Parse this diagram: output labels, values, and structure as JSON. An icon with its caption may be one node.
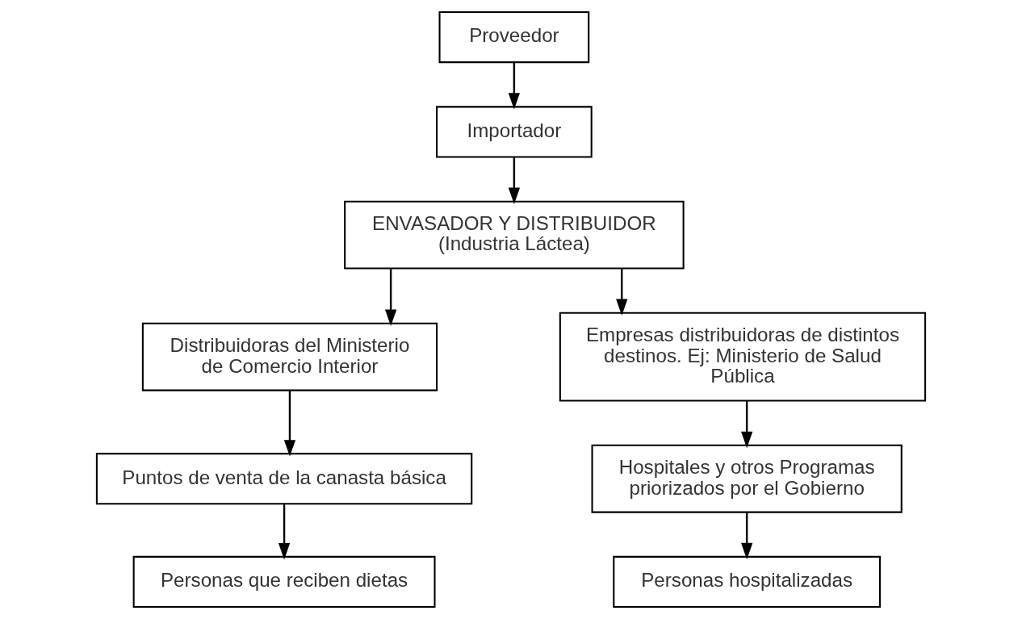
{
  "diagram": {
    "nodes": [
      {
        "text": [
          "Proveedor"
        ]
      },
      {
        "text": [
          "Importador"
        ]
      },
      {
        "text": [
          "ENVASADOR Y DISTRIBUIDOR (Industria Láctea)"
        ]
      },
      {
        "text": [
          "Distribuidoras del Ministerio de Comercio Interior"
        ]
      },
      {
        "text": [
          "Empresas distribuidoras de distintos destinos. Ej: Ministerio de Salud Pública"
        ]
      },
      {
        "text": [
          "Puntos de venta de la canasta básica"
        ]
      },
      {
        "text": [
          "Hospitales y otros Programas priorizados por el Gobierno"
        ]
      },
      {
        "text": [
          "Personas que reciben dietas"
        ]
      },
      {
        "text": [
          "Personas hospitalizadas"
        ]
      }
    ],
    "edges": [
      {
        "from": 0,
        "to": 1,
        "arrow": "to"
      },
      {
        "from": 1,
        "to": 2,
        "arrow": "to"
      },
      {
        "from": 2,
        "to": 3,
        "arrow": "to"
      },
      {
        "from": 2,
        "to": 4,
        "arrow": "to"
      },
      {
        "from": 3,
        "to": 5,
        "arrow": "to"
      },
      {
        "from": 4,
        "to": 6,
        "arrow": "to"
      },
      {
        "from": 5,
        "to": 7,
        "arrow": "to"
      },
      {
        "from": 6,
        "to": 8,
        "arrow": "to"
      }
    ]
  }
}
